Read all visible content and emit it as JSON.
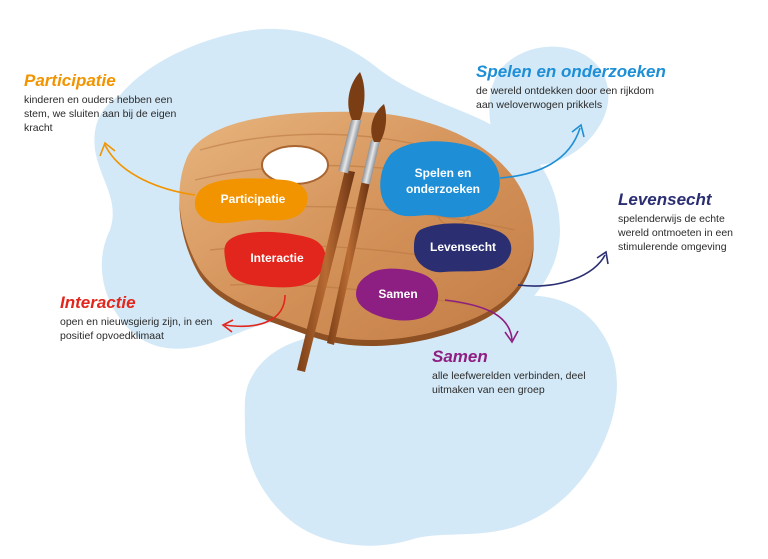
{
  "palette_labels": {
    "participatie": "Participatie",
    "interactie": "Interactie",
    "spelen_line1": "Spelen en",
    "spelen_line2": "onderzoeken",
    "levensecht": "Levensecht",
    "samen": "Samen"
  },
  "pillars": {
    "participatie": {
      "title": "Participatie",
      "description": "kinderen en ouders hebben een stem, we sluiten aan bij de eigen kracht"
    },
    "spelen": {
      "title": "Spelen en onderzoeken",
      "description": "de wereld ontdekken door een rijkdom aan weloverwogen prikkels"
    },
    "levensecht": {
      "title": "Levensecht",
      "description": "spelenderwijs de echte wereld ontmoeten in een stimulerende omgeving"
    },
    "interactie": {
      "title": "Interactie",
      "description": "open en nieuwsgierig zijn, in een positief opvoedklimaat"
    },
    "samen": {
      "title": "Samen",
      "description": "alle leefwerelden verbinden, deel uitmaken van een groep"
    }
  },
  "colors": {
    "participatie": "#f29400",
    "spelen": "#1e8fd6",
    "levensecht": "#2b2f72",
    "interactie": "#e2261d",
    "samen": "#8e1f82",
    "background_blob": "#d4e9f7",
    "wood": "#d99a5f"
  }
}
